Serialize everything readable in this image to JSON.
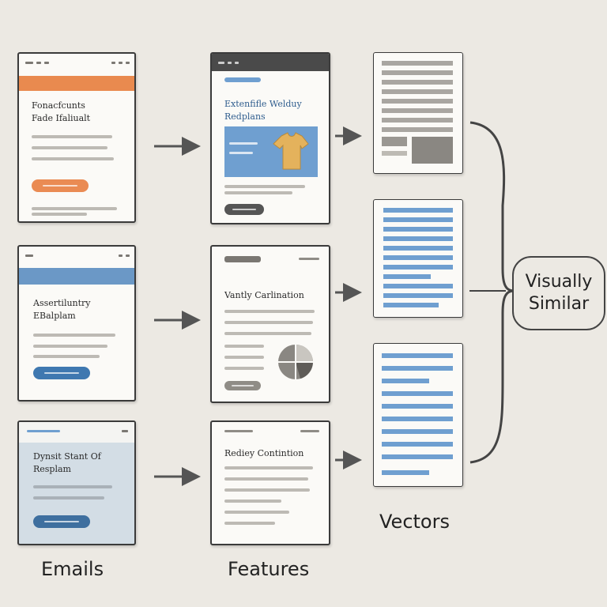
{
  "labels": {
    "emails": "Emails",
    "features": "Features",
    "vectors": "Vectors",
    "similar": "Visually\nSimilar"
  },
  "emails": [
    {
      "title": "Fonacfcunts\nFade Ifaliualt",
      "header_color": "#e98a4f",
      "button_color": "#ea8b53"
    },
    {
      "title": "Assertiluntry\nEBalplam",
      "header_color": "#6b98c6",
      "button_color": "#3f78b0"
    },
    {
      "title": "Dynsit Stant Of\nResplam",
      "header_color": "#cfd8e0",
      "button_color": "#3e6f9f"
    }
  ],
  "features": [
    {
      "title": "Extenfifle Welduy\nRedplans",
      "title_color": "#2f5d8e"
    },
    {
      "title": "Vantly Carlination",
      "title_color": "#2a2a2a"
    },
    {
      "title": "Rediey Contintion",
      "title_color": "#2a2a2a"
    }
  ],
  "colors": {
    "gray_vector": "#a9a6a1",
    "blue_vector": "#6f9fd0",
    "outline": "#3b3b3b",
    "arrow": "#555555"
  }
}
